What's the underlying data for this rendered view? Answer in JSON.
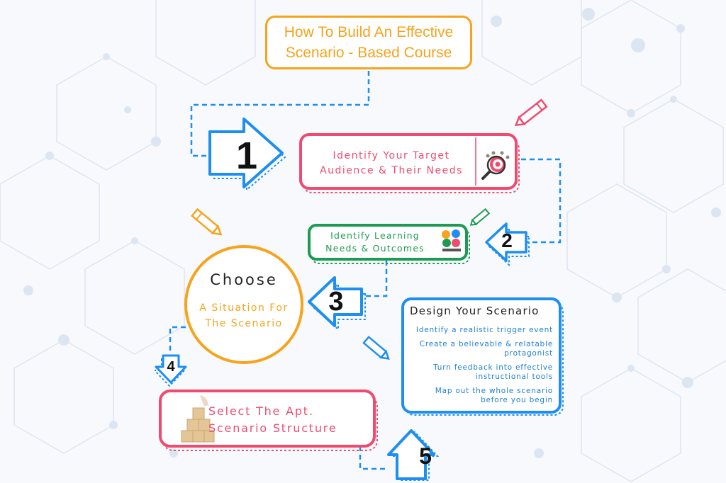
{
  "title": {
    "line1": "How To Build An Effective",
    "line2": "Scenario - Based Course"
  },
  "steps": [
    {
      "number": "1",
      "line1": "Identify Your Target",
      "line2": "Audience & Their Needs",
      "icon": "magnifier-target-icon"
    },
    {
      "number": "2",
      "line1": "Identify Learning",
      "line2": "Needs & Outcomes",
      "icon": "bright-ideas-logo-icon"
    },
    {
      "number": "3",
      "heading": "Choose",
      "line1": "A Situation For",
      "line2": "The Scenario"
    },
    {
      "number": "4",
      "line1": "Select The Apt.",
      "line2": "Scenario Structure",
      "icon": "wooden-blocks-icon"
    },
    {
      "number": "5",
      "heading": "Design Your Scenario",
      "items": [
        [
          "Identify a realistic trigger event"
        ],
        [
          "Create a believable & relatable",
          "protagonist"
        ],
        [
          "Turn feedback into effective",
          "instructional tools"
        ],
        [
          "Map out the whole scenario",
          "before you begin"
        ]
      ]
    }
  ],
  "colors": {
    "orange": "#f7a31c",
    "pink": "#ef4b6f",
    "green": "#1d9b52",
    "blue": "#1e8ff0",
    "dashes": "#1e8ff0",
    "background": "#f7f9fc"
  },
  "decorations": [
    "pencil-icon",
    "hexagon-network-background"
  ]
}
